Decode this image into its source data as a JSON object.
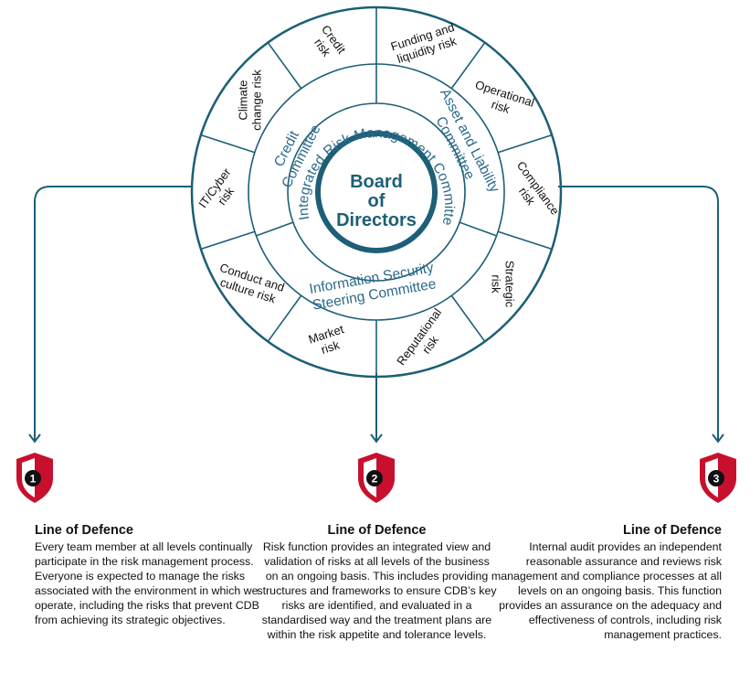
{
  "colors": {
    "teal": "#1c5f76",
    "text_blue": "#2b6a8a",
    "shield_red": "#c8102e",
    "badge_dark": "#111111"
  },
  "center": {
    "line1": "Board",
    "line2": "of",
    "line3": "Directors"
  },
  "committees": {
    "integrated": "Integrated Risk Management Committee",
    "credit": [
      "Credit",
      "Committee"
    ],
    "alco": [
      "Asset and Liability",
      "Committee"
    ],
    "infosec": [
      "Information Security",
      "Steering Committee"
    ]
  },
  "risks": [
    {
      "id": "funding",
      "lines": [
        "Funding and",
        "liquidity risk"
      ]
    },
    {
      "id": "operational",
      "lines": [
        "Operational",
        "risk"
      ]
    },
    {
      "id": "compliance",
      "lines": [
        "Compliance",
        "risk"
      ]
    },
    {
      "id": "strategic",
      "lines": [
        "Strategic",
        "risk"
      ]
    },
    {
      "id": "reputational",
      "lines": [
        "Reputational",
        "risk"
      ]
    },
    {
      "id": "market",
      "lines": [
        "Market",
        "risk"
      ]
    },
    {
      "id": "conduct",
      "lines": [
        "Conduct and",
        "culture risk"
      ]
    },
    {
      "id": "it-cyber",
      "lines": [
        "IT/Cyber",
        "risk"
      ]
    },
    {
      "id": "climate",
      "lines": [
        "Climate",
        "change risk"
      ]
    },
    {
      "id": "credit",
      "lines": [
        "Credit",
        "risk"
      ]
    }
  ],
  "lines_of_defence": [
    {
      "number": "1",
      "title": "Line of Defence",
      "text": "Every team member at all levels continually participate in the risk management process. Everyone is expected to manage the risks associated with the environment in which we operate, including the risks that prevent CDB from achieving its strategic objectives."
    },
    {
      "number": "2",
      "title": "Line of Defence",
      "text": "Risk function provides an integrated view and validation of risks at all levels of the business on an ongoing basis. This includes providing structures and frameworks to ensure CDB’s key risks are identified, and evaluated in a standardised way and the treatment plans are within the risk appetite and tolerance levels."
    },
    {
      "number": "3",
      "title": "Line of Defence",
      "text": "Internal audit provides an independent reasonable assurance and reviews risk management and compliance processes at all levels on an ongoing basis. This function provides an assurance on the adequacy and effectiveness of controls, including risk management practices."
    }
  ]
}
